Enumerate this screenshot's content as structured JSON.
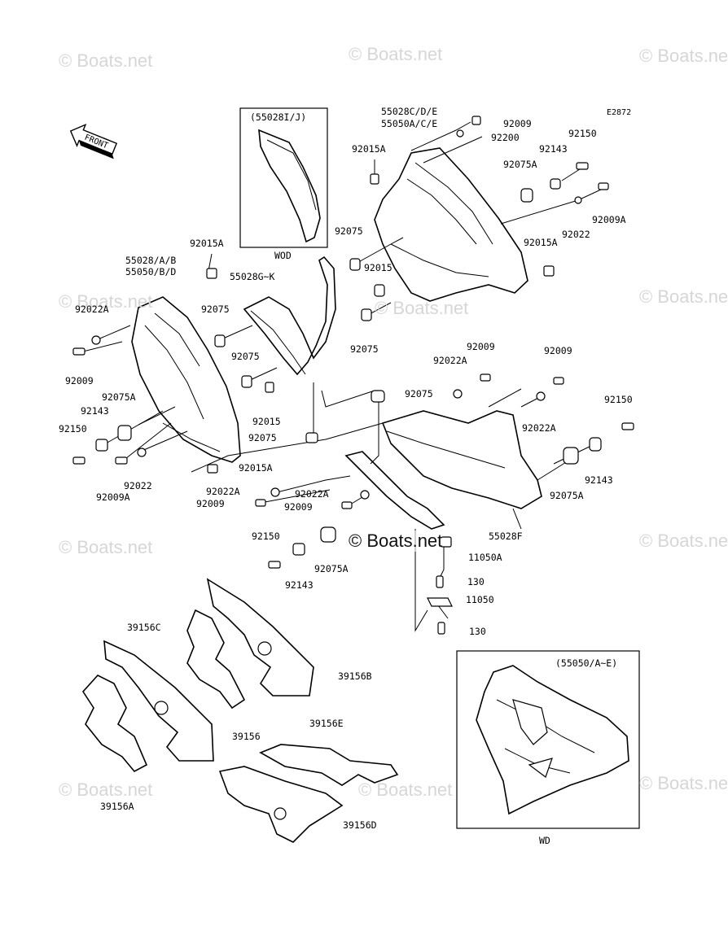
{
  "diagram_code": "E2872",
  "watermark_text": "© Boats.net",
  "front_label": "FRONT",
  "inset_top": {
    "title": "(55028I/J)",
    "caption": "WOD"
  },
  "inset_bottom": {
    "title": "(55050/A~E)",
    "caption": "WD"
  },
  "labels": {
    "p55028CDE": "55028C/D/E",
    "p55050ACE": "55050A/C/E",
    "p92009_a": "92009",
    "p92200": "92200",
    "p92150_a": "92150",
    "p92143_a": "92143",
    "p92015A_a": "92015A",
    "p92075A_a": "92075A",
    "p92009A_a": "92009A",
    "p92022_a": "92022",
    "p92075_a": "92075",
    "p92015A_b": "92015A",
    "p92015_a": "92015",
    "p92075_b": "92075",
    "p92015A_c": "92015A",
    "p55028AB": "55028/A/B",
    "p55050BD": "55050/B/D",
    "p55028GK": "55028G~K",
    "p92022A_a": "92022A",
    "p92075_c": "92075",
    "p92009_b": "92009",
    "p92075_d": "92075",
    "p92075A_b": "92075A",
    "p92143_b": "92143",
    "p92150_b": "92150",
    "p92015_b": "92015",
    "p92075_e": "92075",
    "p92009A_b": "92009A",
    "p92022_b": "92022",
    "p92015A_d": "92015A",
    "p92009_c": "92009",
    "p92022A_b": "92022A",
    "p92075_f": "92075",
    "p92009_d": "92009",
    "p92022A_c": "92022A",
    "p92150_c": "92150",
    "p92143_c": "92143",
    "p92075A_c": "92075A",
    "p92022A_d": "92022A",
    "p92009_e": "92009",
    "p92022A_e": "92022A",
    "p92009_f": "92009",
    "p55028F": "55028F",
    "p92150_d": "92150",
    "p92143_d": "92143",
    "p92075A_d": "92075A",
    "p11050A": "11050A",
    "p130_a": "130",
    "p11050": "11050",
    "p130_b": "130",
    "p39156C": "39156C",
    "p39156B": "39156B",
    "p39156": "39156",
    "p39156E": "39156E",
    "p39156A": "39156A",
    "p39156D": "39156D"
  }
}
